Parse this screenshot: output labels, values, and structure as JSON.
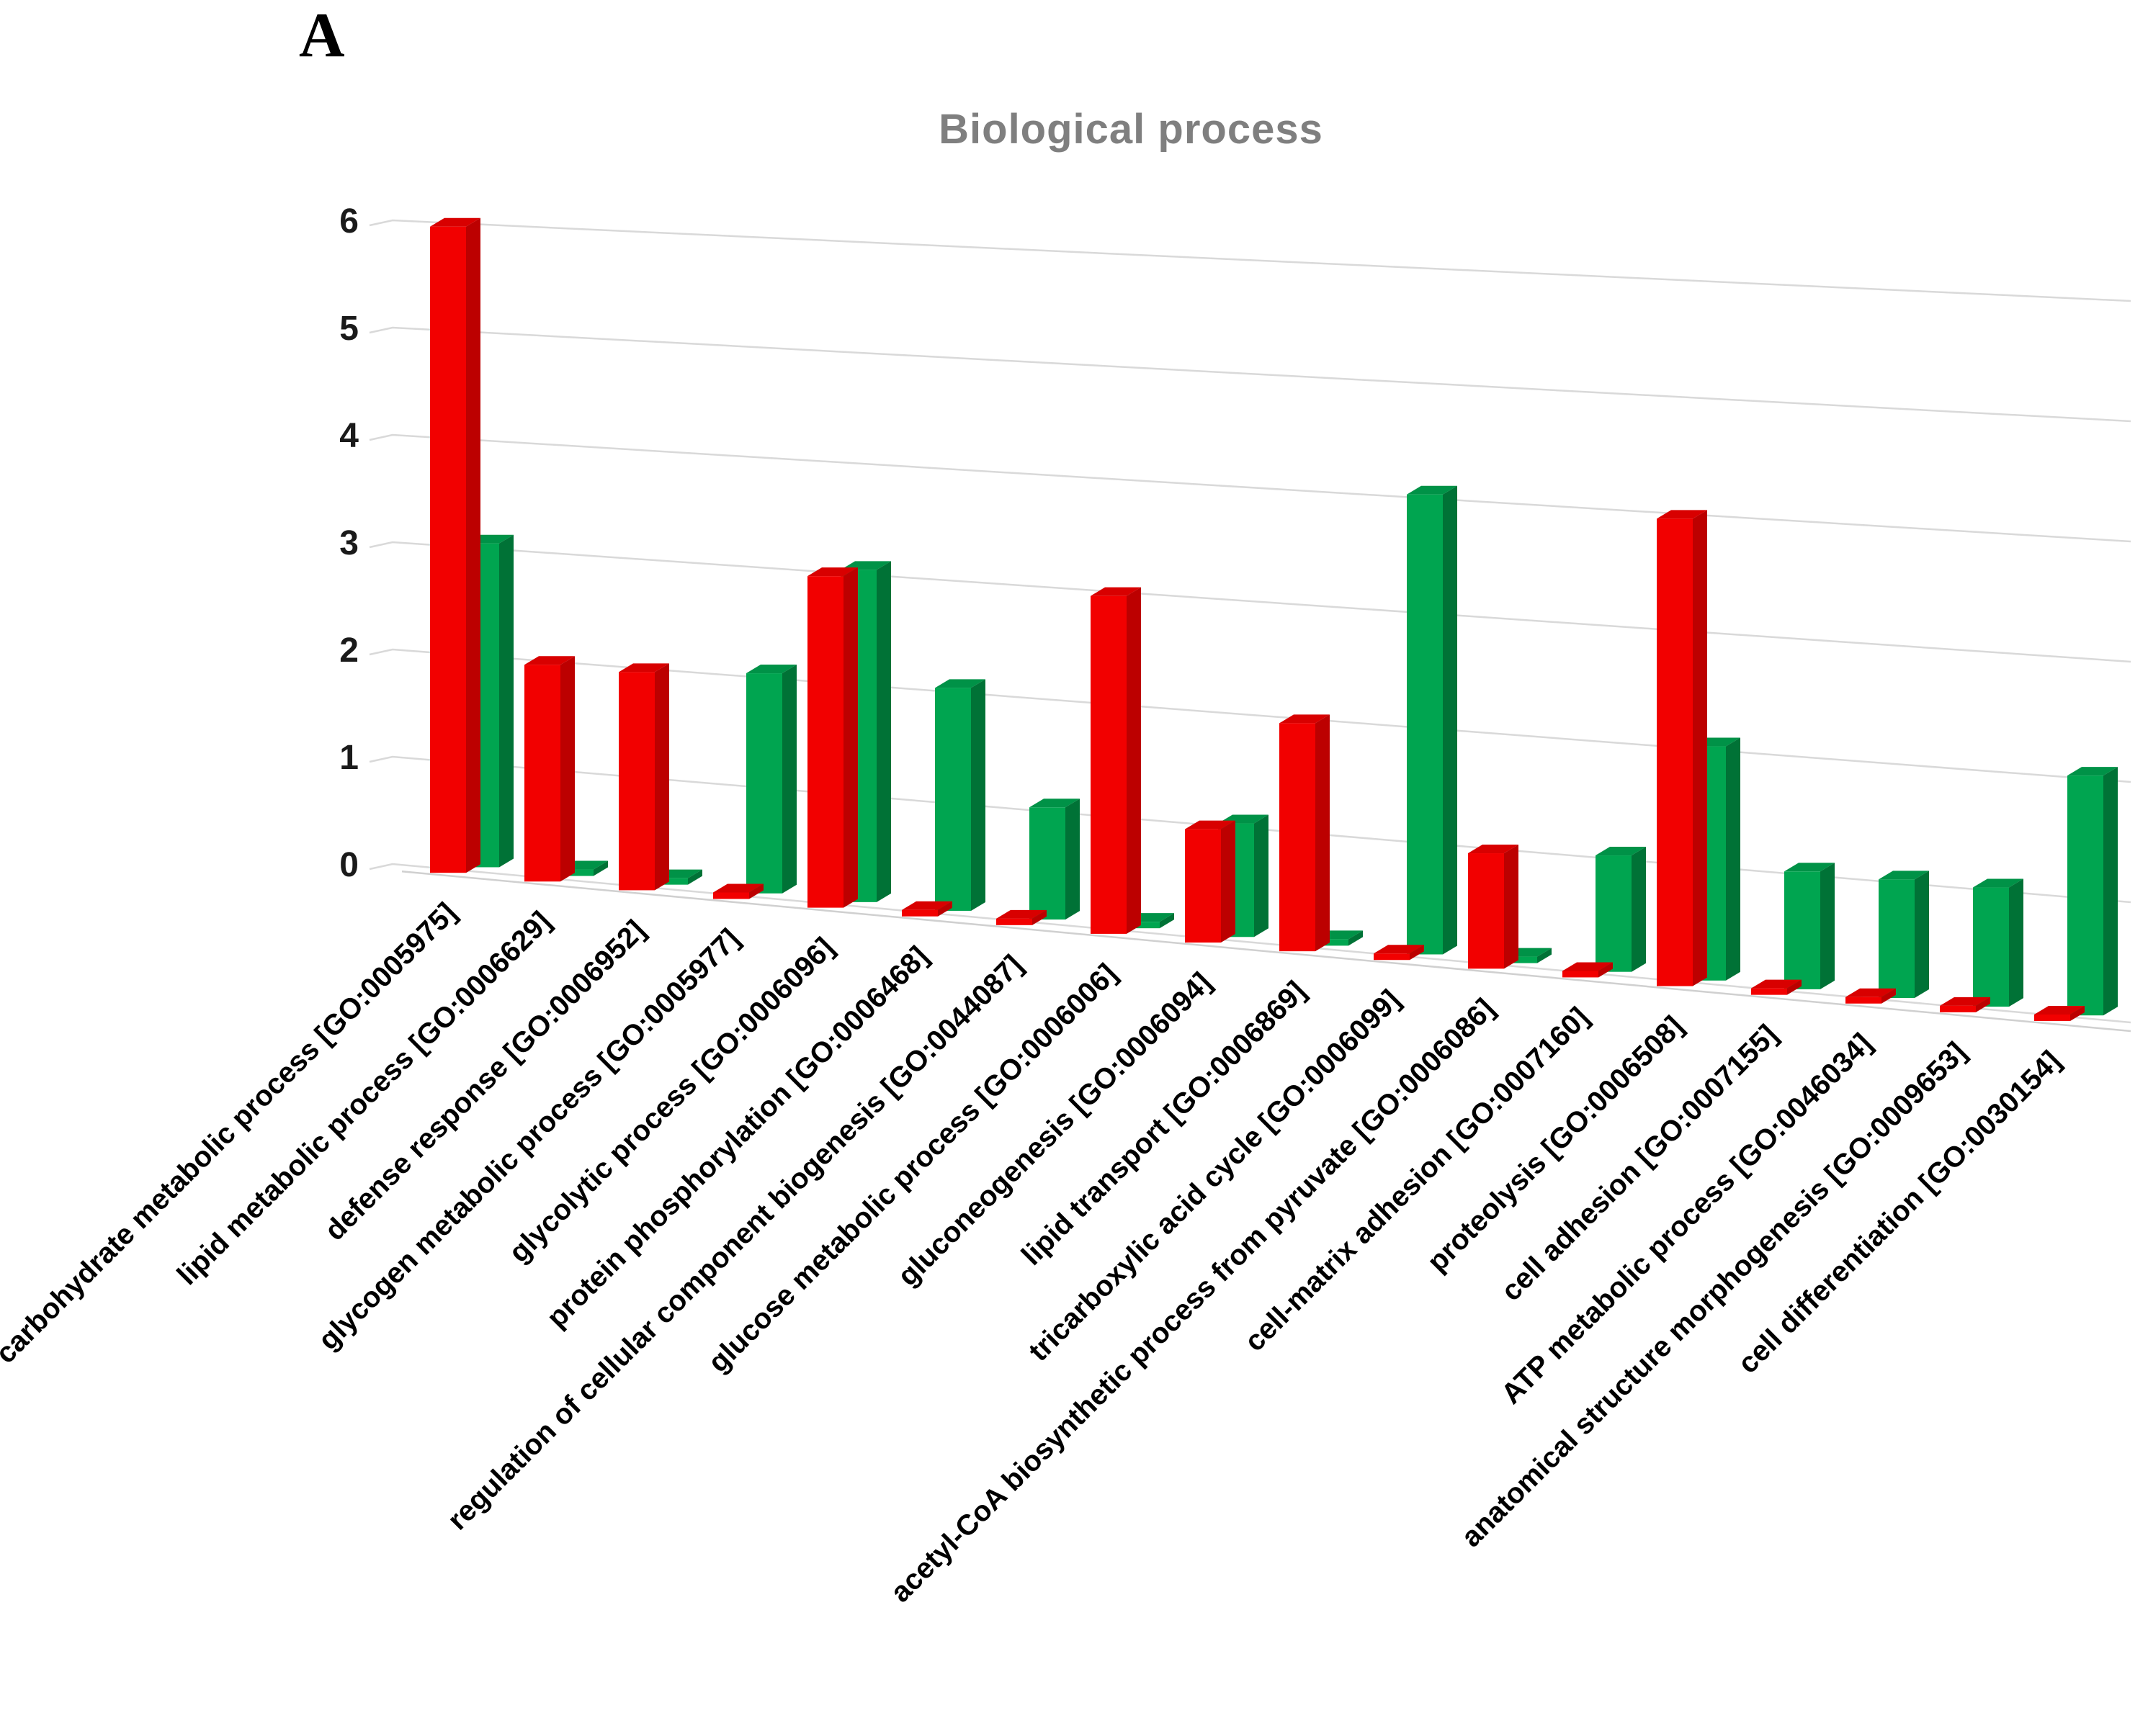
{
  "panel_label": "A",
  "chart_data": {
    "type": "bar",
    "projection": "3d-perspective",
    "title": "Biological process",
    "title_color": "#7F7F7F",
    "background_color": "#FFFFFF",
    "grid": true,
    "legend": false,
    "xlabel": "",
    "ylabel": "",
    "ylim": [
      0,
      6
    ],
    "yticks": [
      6,
      5,
      4,
      3,
      2,
      1,
      0
    ],
    "gridline_color": "#D9D9D9",
    "axis_text_color": "#1A1A1A",
    "categories": [
      "carbohydrate metabolic process [GO:0005975]",
      "lipid metabolic process [GO:0006629]",
      "defense response [GO:0006952]",
      "glycogen metabolic process [GO:0005977]",
      "glycolytic process [GO:0006096]",
      "protein phosphorylation [GO:0006468]",
      "regulation of cellular component biogenesis [GO:0044087]",
      "glucose metabolic process [GO:0006006]",
      "gluconeogenesis [GO:0006094]",
      "lipid transport [GO:0006869]",
      "tricarboxylic acid cycle [GO:0006099]",
      "acetyl-CoA biosynthetic process from pyruvate [GO:0006086]",
      "cell-matrix adhesion [GO:0007160]",
      "proteolysis [GO:0006508]",
      "cell adhesion [GO:0007155]",
      "ATP metabolic process [GO:0046034]",
      "anatomical structure morphogenesis [GO:0009653]",
      "cell differentiation [GO:0030154]"
    ],
    "series": [
      {
        "name": "red",
        "colors": {
          "front": "#F20000",
          "side": "#BC0000",
          "top": "#D80000"
        },
        "values": [
          6,
          2,
          2,
          0,
          3,
          0,
          0,
          3,
          1,
          2,
          0,
          1,
          0,
          4,
          0,
          0,
          0,
          0
        ]
      },
      {
        "name": "green",
        "colors": {
          "front": "#00A550",
          "side": "#007236",
          "top": "#009247"
        },
        "values": [
          3,
          0,
          0,
          2,
          3,
          2,
          1,
          0,
          1,
          0,
          4,
          0,
          1,
          2,
          1,
          1,
          1,
          2
        ]
      }
    ]
  }
}
